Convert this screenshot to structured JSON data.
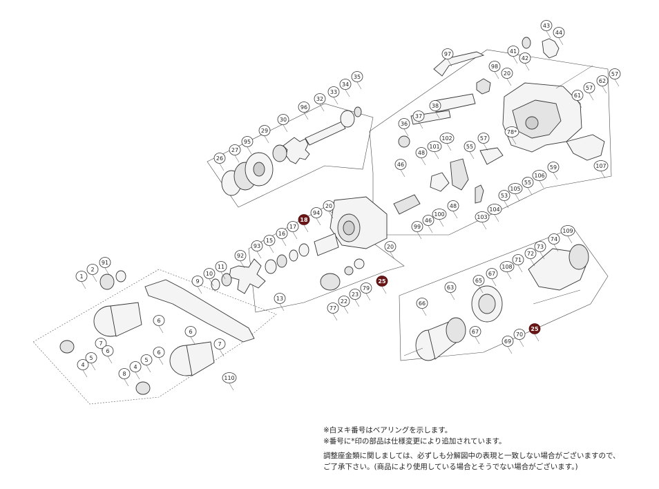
{
  "part_labels": [
    {
      "text": "1",
      "highlight": false
    },
    {
      "text": "2",
      "highlight": false
    },
    {
      "text": "91",
      "highlight": false
    },
    {
      "text": "9",
      "highlight": false
    },
    {
      "text": "10",
      "highlight": false
    },
    {
      "text": "11",
      "highlight": false
    },
    {
      "text": "92",
      "highlight": false
    },
    {
      "text": "13",
      "highlight": false
    },
    {
      "text": "93",
      "highlight": false
    },
    {
      "text": "15",
      "highlight": false
    },
    {
      "text": "16",
      "highlight": false
    },
    {
      "text": "17",
      "highlight": false
    },
    {
      "text": "18",
      "highlight": true
    },
    {
      "text": "94",
      "highlight": false
    },
    {
      "text": "20",
      "highlight": false
    },
    {
      "text": "26",
      "highlight": false
    },
    {
      "text": "27",
      "highlight": false
    },
    {
      "text": "95",
      "highlight": false
    },
    {
      "text": "29",
      "highlight": false
    },
    {
      "text": "30",
      "highlight": false
    },
    {
      "text": "96",
      "highlight": false
    },
    {
      "text": "32",
      "highlight": false
    },
    {
      "text": "33",
      "highlight": false
    },
    {
      "text": "34",
      "highlight": false
    },
    {
      "text": "35",
      "highlight": false
    },
    {
      "text": "36",
      "highlight": false
    },
    {
      "text": "37",
      "highlight": false
    },
    {
      "text": "38",
      "highlight": false
    },
    {
      "text": "97",
      "highlight": false
    },
    {
      "text": "98",
      "highlight": false
    },
    {
      "text": "20",
      "highlight": false
    },
    {
      "text": "43",
      "highlight": false
    },
    {
      "text": "44",
      "highlight": false
    },
    {
      "text": "41",
      "highlight": false
    },
    {
      "text": "42",
      "highlight": false
    },
    {
      "text": "57",
      "highlight": false
    },
    {
      "text": "62",
      "highlight": false
    },
    {
      "text": "57",
      "highlight": false
    },
    {
      "text": "61",
      "highlight": false
    },
    {
      "text": "78*",
      "highlight": false
    },
    {
      "text": "57",
      "highlight": false
    },
    {
      "text": "55",
      "highlight": false
    },
    {
      "text": "59",
      "highlight": false
    },
    {
      "text": "107",
      "highlight": false
    },
    {
      "text": "106",
      "highlight": false
    },
    {
      "text": "55",
      "highlight": false
    },
    {
      "text": "105",
      "highlight": false
    },
    {
      "text": "53",
      "highlight": false
    },
    {
      "text": "104",
      "highlight": false
    },
    {
      "text": "103",
      "highlight": false
    },
    {
      "text": "102",
      "highlight": false
    },
    {
      "text": "101",
      "highlight": false
    },
    {
      "text": "48",
      "highlight": false
    },
    {
      "text": "46",
      "highlight": false
    },
    {
      "text": "48",
      "highlight": false
    },
    {
      "text": "100",
      "highlight": false
    },
    {
      "text": "46",
      "highlight": false
    },
    {
      "text": "99",
      "highlight": false
    },
    {
      "text": "20",
      "highlight": false
    },
    {
      "text": "25",
      "highlight": true
    },
    {
      "text": "79",
      "highlight": false
    },
    {
      "text": "23",
      "highlight": false
    },
    {
      "text": "22",
      "highlight": false
    },
    {
      "text": "77",
      "highlight": false
    },
    {
      "text": "6",
      "highlight": false
    },
    {
      "text": "7",
      "highlight": false
    },
    {
      "text": "6",
      "highlight": false
    },
    {
      "text": "5",
      "highlight": false
    },
    {
      "text": "4",
      "highlight": false
    },
    {
      "text": "6",
      "highlight": false
    },
    {
      "text": "7",
      "highlight": false
    },
    {
      "text": "6",
      "highlight": false
    },
    {
      "text": "5",
      "highlight": false
    },
    {
      "text": "4",
      "highlight": false
    },
    {
      "text": "8",
      "highlight": false
    },
    {
      "text": "110",
      "highlight": false
    },
    {
      "text": "109",
      "highlight": false
    },
    {
      "text": "74",
      "highlight": false
    },
    {
      "text": "73",
      "highlight": false
    },
    {
      "text": "72",
      "highlight": false
    },
    {
      "text": "71",
      "highlight": false
    },
    {
      "text": "108",
      "highlight": false
    },
    {
      "text": "67",
      "highlight": false
    },
    {
      "text": "65",
      "highlight": false
    },
    {
      "text": "63",
      "highlight": false
    },
    {
      "text": "66",
      "highlight": false
    },
    {
      "text": "67",
      "highlight": false
    },
    {
      "text": "69",
      "highlight": false
    },
    {
      "text": "70",
      "highlight": false
    },
    {
      "text": "25",
      "highlight": true
    }
  ],
  "notes": {
    "line1": "※白ヌキ番号はベアリングを示します。",
    "line2": "※番号に*印の部品は仕様変更により追加されています。",
    "line3": "調整座金類に関しましては、必ずしも分解図中の表現と一致しない場合がございますので、",
    "line4": "ご了承下さい。(商品により使用している場合とそうでない場合がございます。)"
  }
}
